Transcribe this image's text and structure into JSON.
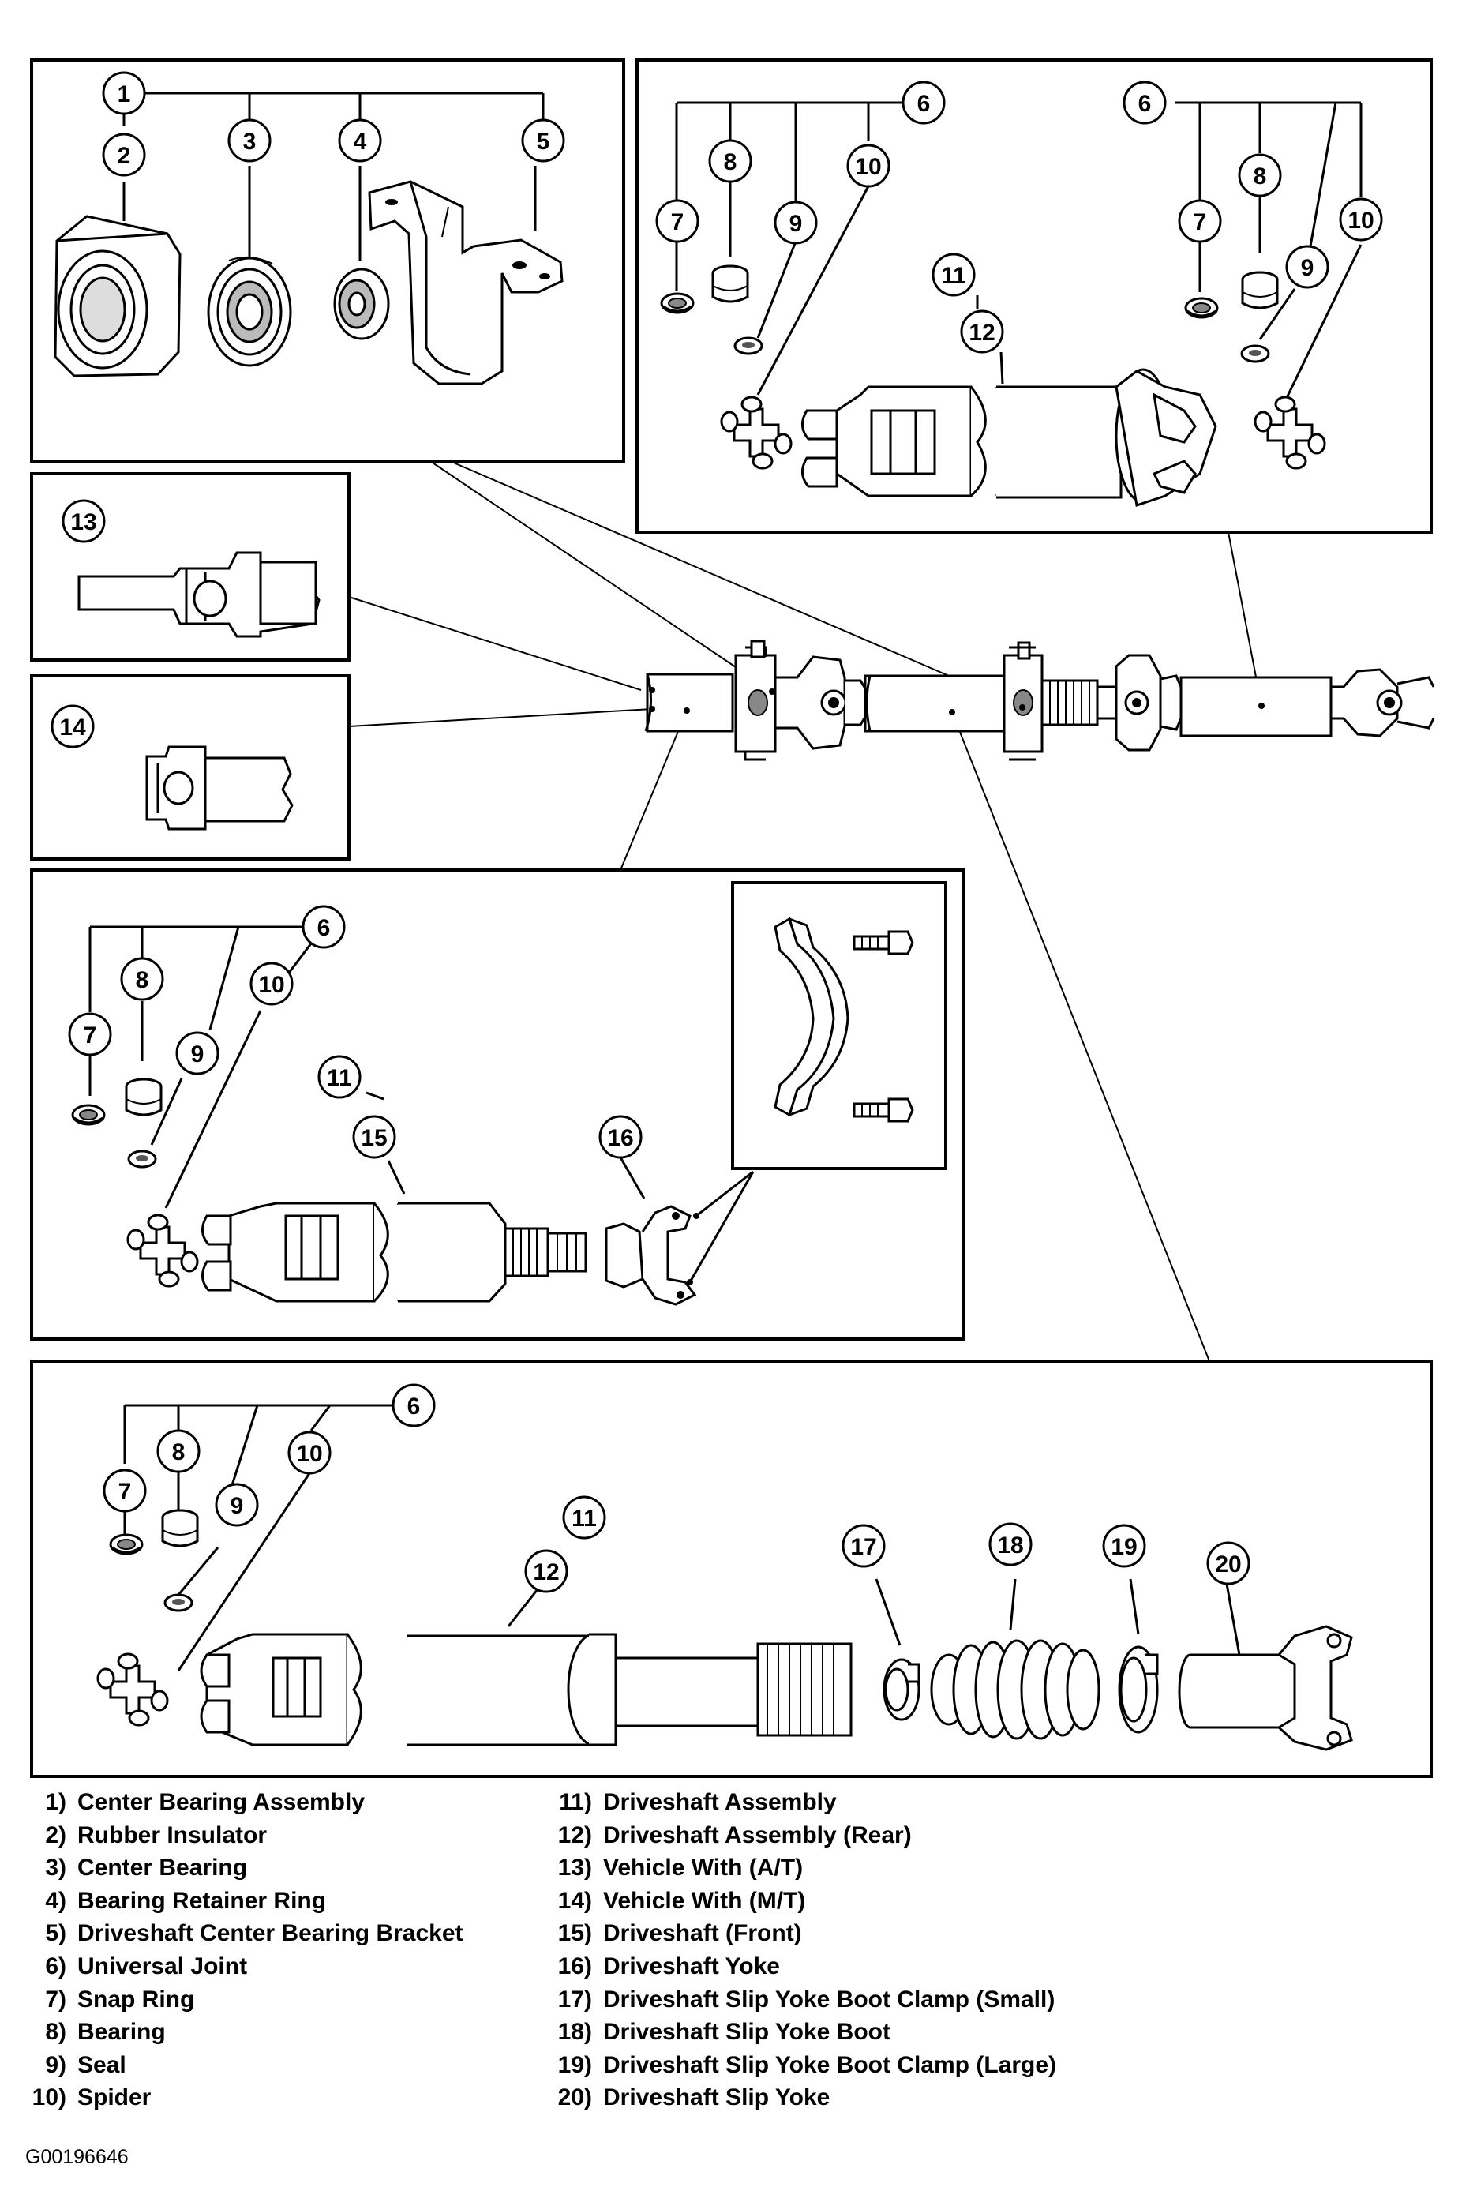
{
  "figure_id": "G00196646",
  "callouts": [
    "1",
    "2",
    "3",
    "4",
    "5",
    "6",
    "7",
    "8",
    "9",
    "10",
    "11",
    "12",
    "13",
    "14",
    "15",
    "16",
    "17",
    "18",
    "19",
    "20"
  ],
  "legend": {
    "left": [
      {
        "num": "1)",
        "text": "Center Bearing Assembly"
      },
      {
        "num": "2)",
        "text": "Rubber Insulator"
      },
      {
        "num": "3)",
        "text": "Center Bearing"
      },
      {
        "num": "4)",
        "text": "Bearing Retainer Ring"
      },
      {
        "num": "5)",
        "text": "Driveshaft Center Bearing Bracket"
      },
      {
        "num": "6)",
        "text": "Universal Joint"
      },
      {
        "num": "7)",
        "text": "Snap Ring"
      },
      {
        "num": "8)",
        "text": "Bearing"
      },
      {
        "num": "9)",
        "text": "Seal"
      },
      {
        "num": "10)",
        "text": "Spider"
      }
    ],
    "right": [
      {
        "num": "11)",
        "text": "Driveshaft Assembly"
      },
      {
        "num": "12)",
        "text": "Driveshaft Assembly (Rear)"
      },
      {
        "num": "13)",
        "text": "Vehicle With (A/T)"
      },
      {
        "num": "14)",
        "text": "Vehicle With (M/T)"
      },
      {
        "num": "15)",
        "text": "Driveshaft (Front)"
      },
      {
        "num": "16)",
        "text": "Driveshaft Yoke"
      },
      {
        "num": "17)",
        "text": "Driveshaft Slip Yoke Boot Clamp (Small)"
      },
      {
        "num": "18)",
        "text": "Driveshaft Slip Yoke Boot"
      },
      {
        "num": "19)",
        "text": "Driveshaft Slip Yoke Boot Clamp (Large)"
      },
      {
        "num": "20)",
        "text": "Driveshaft Slip Yoke"
      }
    ]
  }
}
